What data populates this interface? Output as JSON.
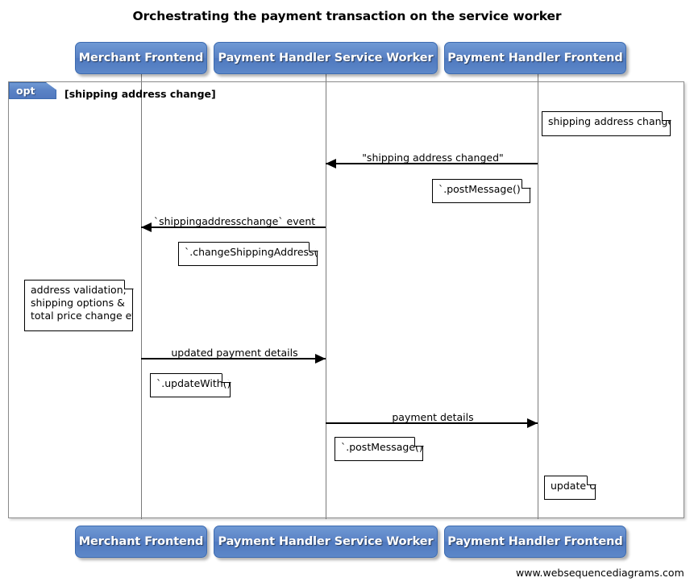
{
  "title": "Orchestrating the payment transaction on the service worker",
  "footer": {
    "credit": "www.websequencediagrams.com"
  },
  "actors": [
    {
      "id": "merchant-frontend",
      "label": "Merchant Frontend"
    },
    {
      "id": "payment-handler-service-worker",
      "label": "Payment Handler Service Worker"
    },
    {
      "id": "payment-handler-frontend",
      "label": "Payment Handler Frontend"
    }
  ],
  "fragment": {
    "type": "opt",
    "label": "opt",
    "condition": "[shipping address change]"
  },
  "messages": [
    {
      "id": "shipping-address-changed",
      "label": "\"shipping address changed\"",
      "from": "payment-handler-frontend",
      "to": "payment-handler-service-worker",
      "direction": "left"
    },
    {
      "id": "shippingaddresschange-event",
      "label": "`shippingaddresschange` event",
      "from": "payment-handler-service-worker",
      "to": "merchant-frontend",
      "direction": "left"
    },
    {
      "id": "updated-payment-details",
      "label": "updated payment details",
      "from": "merchant-frontend",
      "to": "payment-handler-service-worker",
      "direction": "right"
    },
    {
      "id": "payment-details",
      "label": "payment details",
      "from": "payment-handler-service-worker",
      "to": "payment-handler-frontend",
      "direction": "right"
    }
  ],
  "notes": [
    {
      "id": "note-shipping-address-changed",
      "text": "shipping address changed"
    },
    {
      "id": "note-post-message-1",
      "text": "`.postMessage()`"
    },
    {
      "id": "note-change-shipping-address",
      "text": "`.changeShippingAddress()`"
    },
    {
      "id": "note-address-validation",
      "text": "address validation,\nshipping options &\ntotal price change etc"
    },
    {
      "id": "note-update-with",
      "text": "`.updateWith()`"
    },
    {
      "id": "note-post-message-2",
      "text": "`.postMessage()`"
    },
    {
      "id": "note-update-ui",
      "text": "update UI"
    }
  ],
  "colors": {
    "actor_fill": "#5a82c5",
    "actor_border": "#3d6bb0",
    "actor_text": "#ffffff",
    "frame_border": "#8a8a8a",
    "lifeline": "#7a7a7a",
    "arrow": "#000000",
    "note_fill": "#ffffff",
    "background": "#ffffff"
  }
}
